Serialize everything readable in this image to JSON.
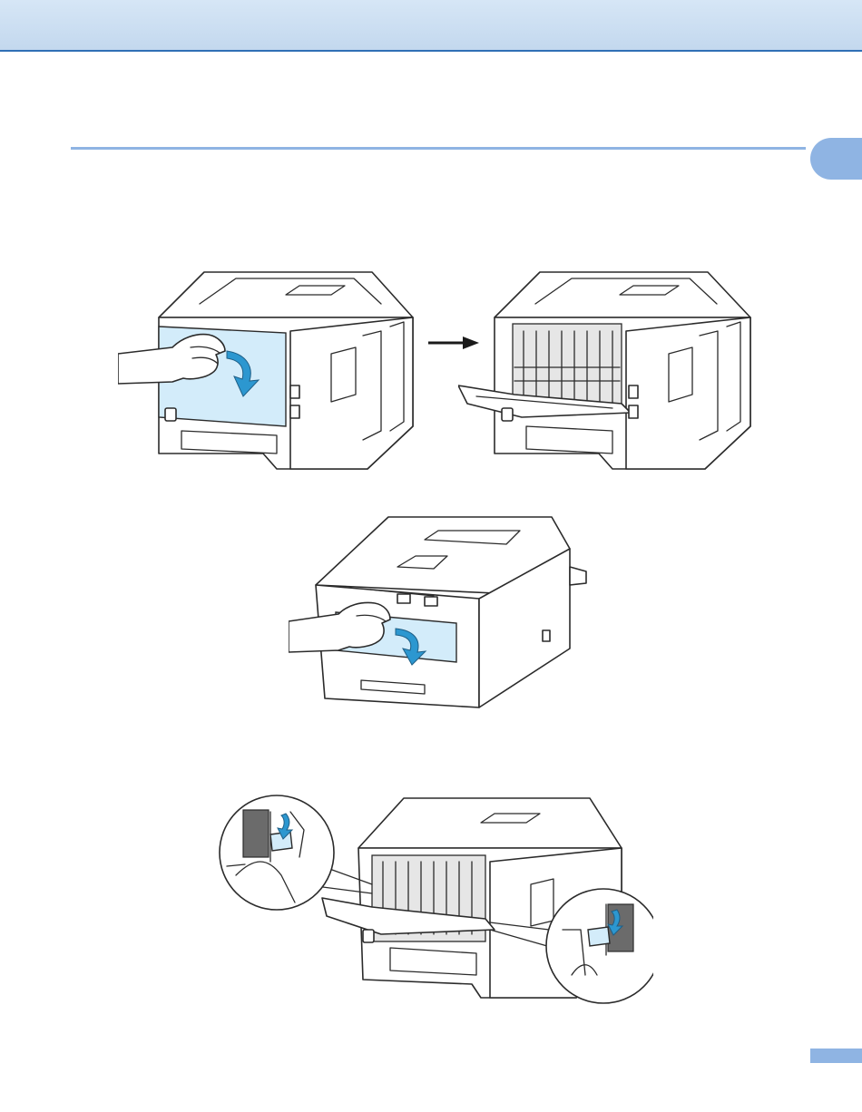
{
  "header": {
    "band_color": "#c9dcf0",
    "rule_color": "#2f6fb5"
  },
  "section": {
    "rule_color": "#8fb4e3"
  },
  "chapter_tab": {
    "color": "#8fb4e3"
  },
  "page_tab": {
    "color": "#8fb4e3"
  },
  "figures": [
    {
      "name": "open-back-cover",
      "icons": [
        "printer-rear-view",
        "hand-icon",
        "curved-arrow-icon"
      ]
    },
    {
      "name": "transition-arrow",
      "icons": [
        "right-arrow-icon"
      ]
    },
    {
      "name": "back-cover-opened",
      "icons": [
        "printer-rear-open-view"
      ]
    },
    {
      "name": "open-manual-feed-cover",
      "icons": [
        "printer-front-view",
        "hand-icon",
        "curved-arrow-icon"
      ]
    },
    {
      "name": "envelope-levers",
      "icons": [
        "printer-rear-open-view",
        "left-lever-callout",
        "right-lever-callout"
      ]
    }
  ],
  "colors": {
    "highlight": "#d3ecfa",
    "arrow": "#2c97d0",
    "outline": "#2b2b2b"
  }
}
